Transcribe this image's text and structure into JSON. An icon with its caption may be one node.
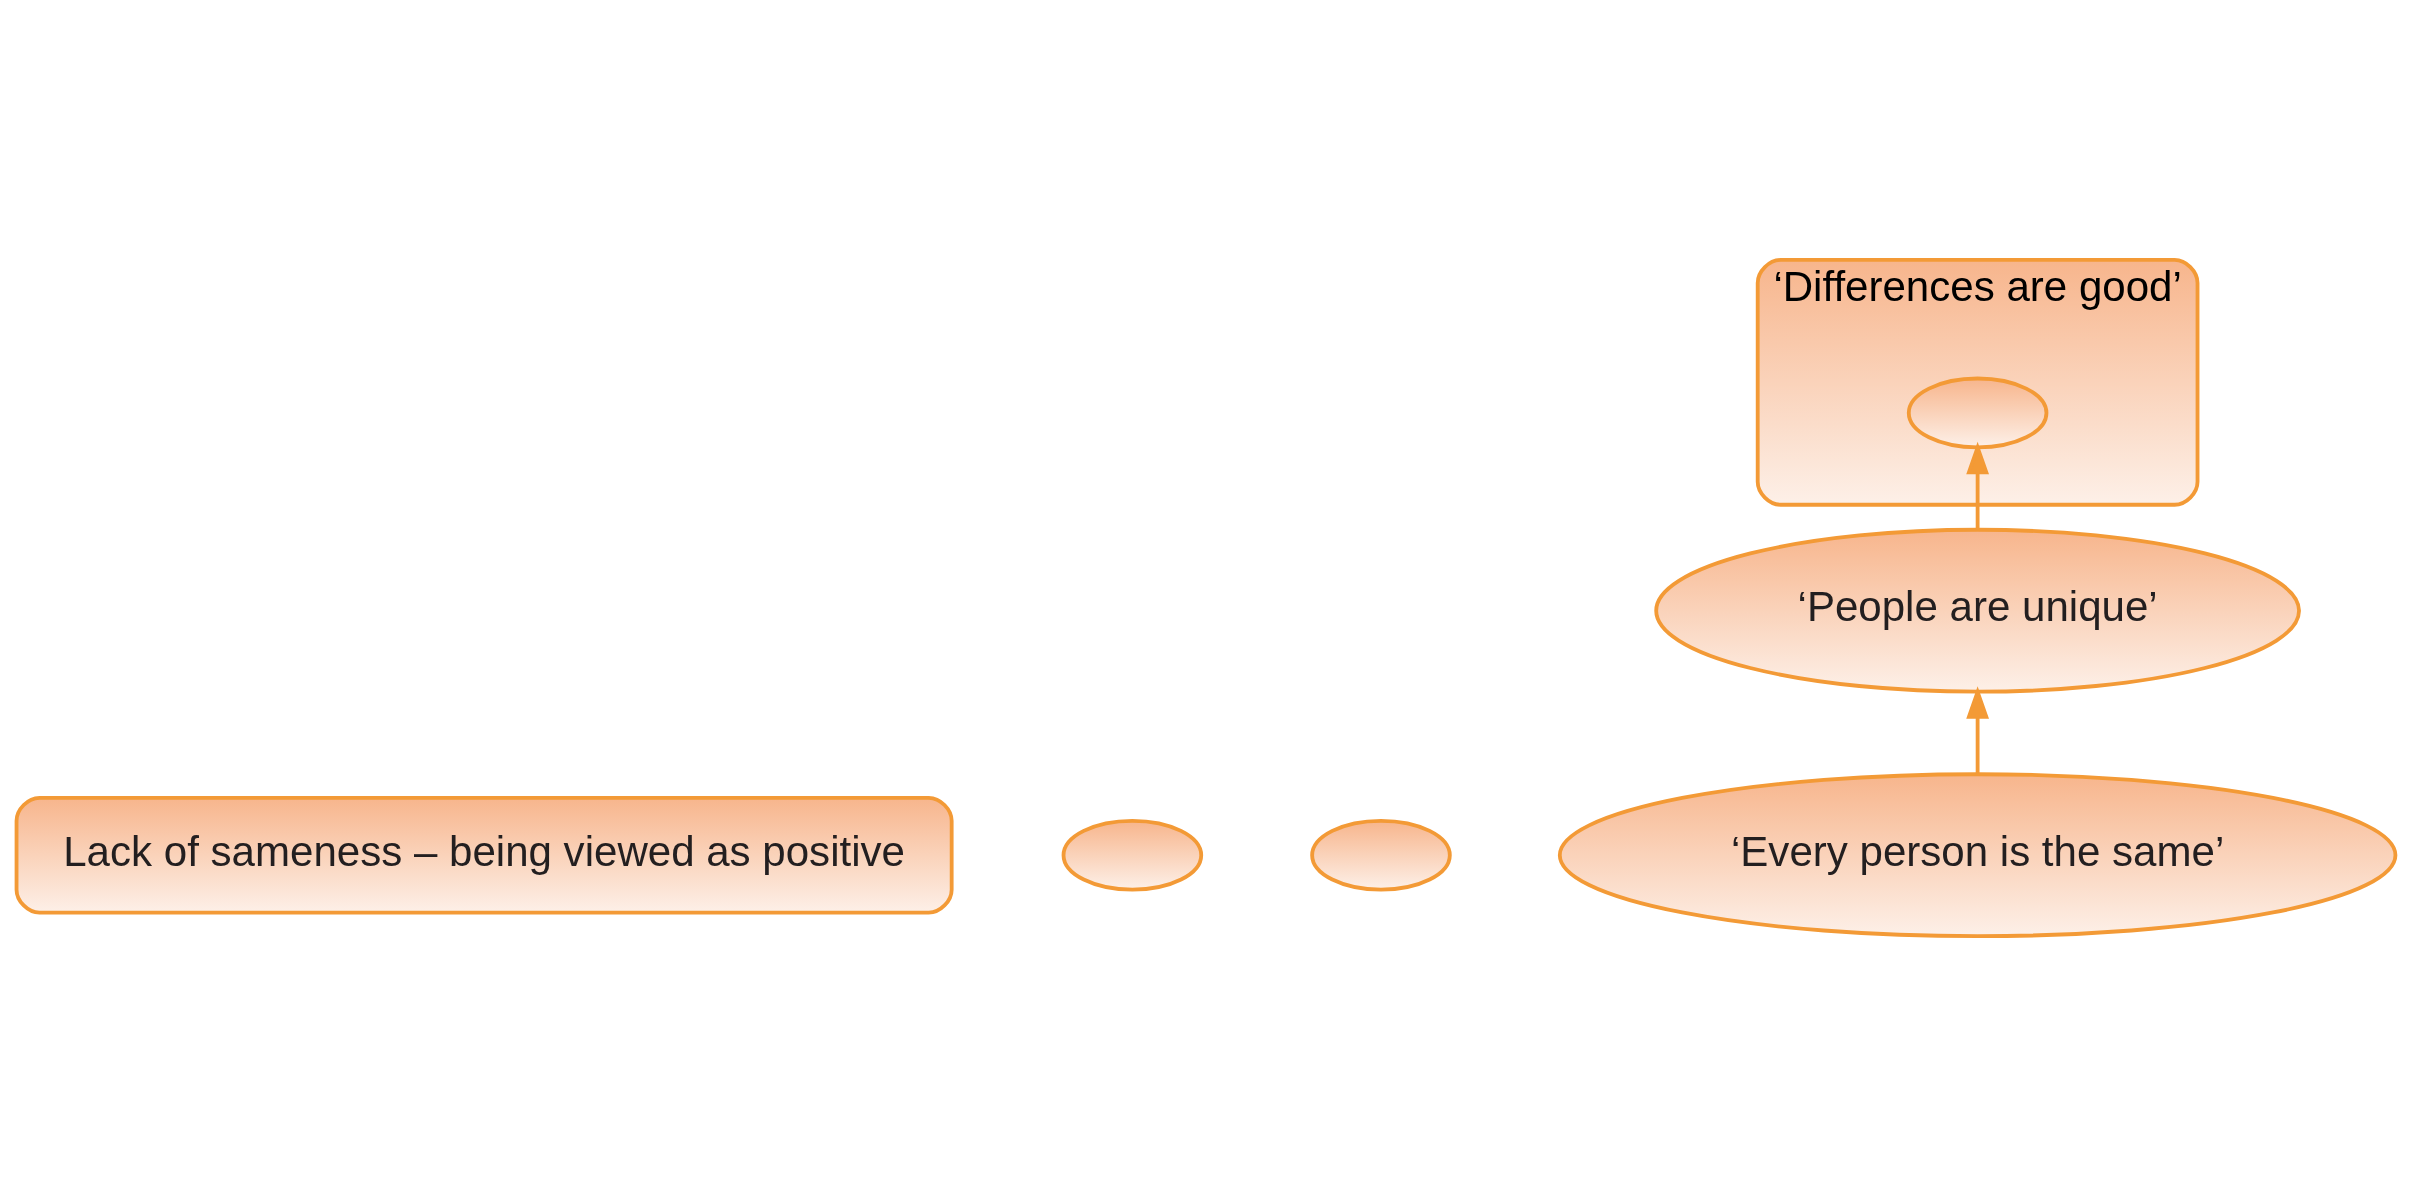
{
  "diagram": {
    "nodes": [
      {
        "text": [
          "Lack of sameness – being viewed as positive"
        ]
      },
      {
        "text": [],
        "shape": "ellipse"
      },
      {
        "text": [],
        "shape": "ellipse"
      },
      {
        "text": [
          "‘Differences are good’"
        ]
      },
      {
        "text": [],
        "shape": "ellipse",
        "in": 3
      },
      {
        "text": [
          "‘People are unique’"
        ]
      },
      {
        "text": [
          "‘Every person is the same’"
        ]
      }
    ],
    "edges": [
      {
        "from": 6,
        "to": 5,
        "arrow": "to"
      },
      {
        "from": 5,
        "to": 4,
        "arrow": "to"
      }
    ]
  }
}
